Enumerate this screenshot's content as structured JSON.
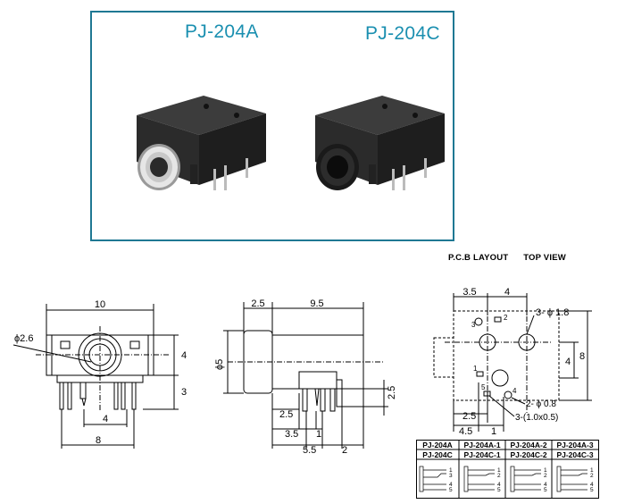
{
  "photos": {
    "left_title": "PJ-204A",
    "right_title": "PJ-204C"
  },
  "pcb_header": {
    "layout": "P.C.B LAYOUT",
    "view": "TOP VIEW"
  },
  "front_view": {
    "width": "10",
    "hole_dia": "ϕ2.6",
    "height_right": "4",
    "pin_height": "3",
    "pin_spacing": "4",
    "total_width": "8"
  },
  "side_view": {
    "nose": "2.5",
    "body": "9.5",
    "dia": "ϕ5",
    "pin_a": "2.5",
    "pin_b": "3.5",
    "pin_c": "1",
    "base": "5.5",
    "tail": "2",
    "pin_height": "2.5"
  },
  "pcb_view": {
    "top_a": "3.5",
    "top_b": "4",
    "big_hole": "3- ϕ 1.8",
    "height": "4",
    "total_height": "8",
    "small_hole": "2- ϕ 0.8",
    "slot": "3-(1.0x0.5)",
    "bottom_a": "2.5",
    "bottom_b": "4.5",
    "bottom_c": "1",
    "pin_1": "1",
    "pin_2": "2",
    "pin_3": "3",
    "pin_4": "4",
    "pin_5": "5"
  },
  "variants": {
    "headers_a": [
      "PJ-204A",
      "PJ-204A-1",
      "PJ-204A-2",
      "PJ-204A-3"
    ],
    "headers_c": [
      "PJ-204C",
      "PJ-204C-1",
      "PJ-204C-2",
      "PJ-204C-3"
    ],
    "schematics": [
      [
        "1",
        "3",
        "4",
        "5"
      ],
      [
        "1",
        "2",
        "4",
        "5"
      ],
      [
        "1",
        "2",
        "4",
        "5"
      ],
      [
        "1",
        "2",
        "4",
        "5"
      ]
    ]
  }
}
